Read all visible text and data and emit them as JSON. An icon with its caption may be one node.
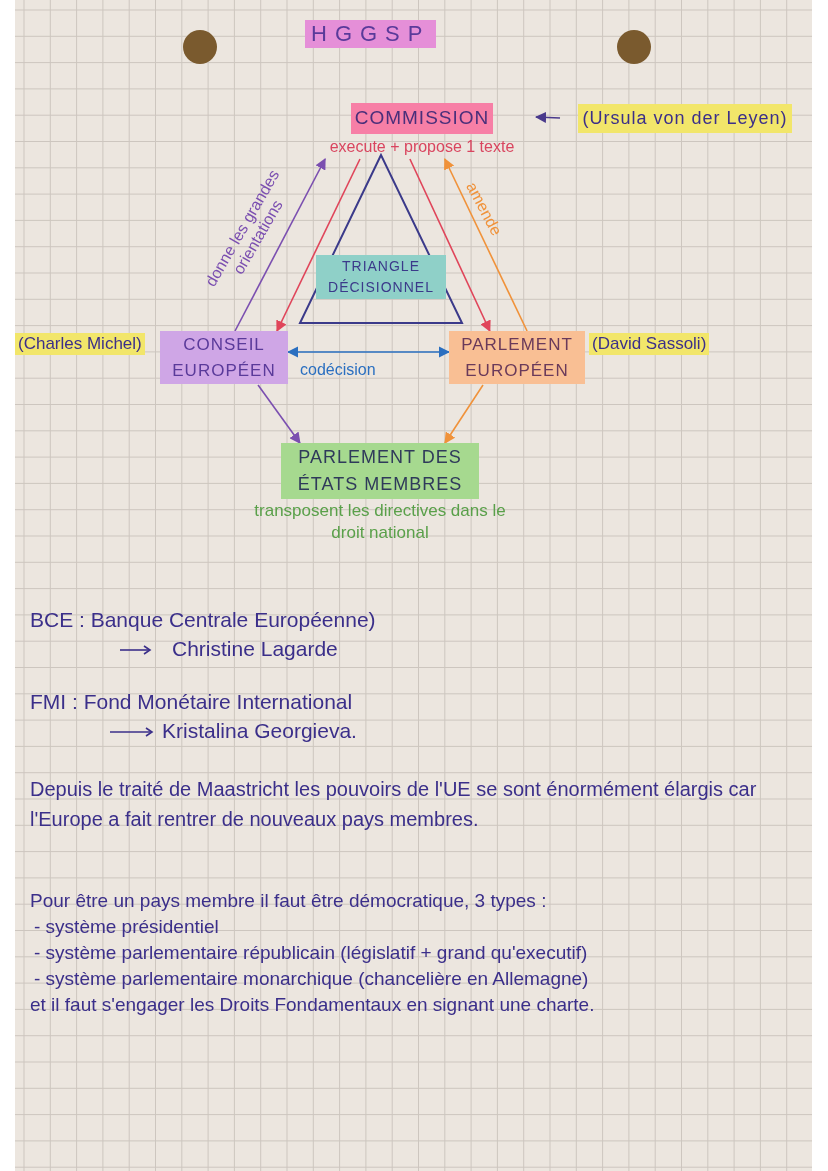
{
  "diagram": {
    "title": "HGGSP",
    "nodes": [
      {
        "text": [
          "COMMISSION",
          "execute + propose 1 texte"
        ]
      },
      {
        "text": [
          "(Ursula von der Leyen)"
        ]
      },
      {
        "text": [
          "CONSEIL EUROPÉEN"
        ],
        "beside": [
          "(Charles Michel)"
        ]
      },
      {
        "text": [
          "PARLEMENT EUROPÉEN"
        ],
        "beside": [
          "(David Sassoli)"
        ]
      },
      {
        "text": [
          "TRIANGLE DÉCISIONNEL"
        ]
      },
      {
        "text": [
          "PARLEMENT DES ÉTATS MEMBRES",
          "transposent les directives dans le droit national"
        ]
      }
    ],
    "edges": [
      {
        "from": 1,
        "to": 0,
        "arrow": "to",
        "color": "#4a3a8c"
      },
      {
        "from": 2,
        "to": 0,
        "arrow": "to",
        "label": "donne les grandes orientations",
        "color": "#7b4fb0"
      },
      {
        "from": 0,
        "to": 2,
        "arrow": "to",
        "color": "#e0455a"
      },
      {
        "from": 0,
        "to": 3,
        "arrow": "to",
        "color": "#e0455a"
      },
      {
        "from": 3,
        "to": 0,
        "arrow": "to",
        "label": "amende",
        "color": "#f0923a"
      },
      {
        "from": 2,
        "to": 3,
        "arrow": "both",
        "label": "codécision",
        "color": "#2a6fc0"
      },
      {
        "from": 2,
        "to": 5,
        "arrow": "to",
        "color": "#7b4fb0"
      },
      {
        "from": 3,
        "to": 5,
        "arrow": "to",
        "color": "#f0923a"
      }
    ],
    "labels": [
      "BCE : Banque Centrale Européenne)",
      "Christine Lagarde",
      "FMI : Fond Monétaire International",
      "Kristalina Georgieva.",
      "Depuis le traité de Maastricht les pouvoirs de l'UE se sont énormément élargis car l'Europe a fait rentrer de nouveaux pays membres.",
      "Pour être un pays membre il faut être démocratique, 3 types :",
      "- système présidentiel",
      "- système parlementaire républicain (législatif + grand qu'executif)",
      "- système parlementaire monarchique (chancelière en Allemagne)",
      "et il faut s'engager les Droits Fondamentaux en signant une charte."
    ]
  }
}
